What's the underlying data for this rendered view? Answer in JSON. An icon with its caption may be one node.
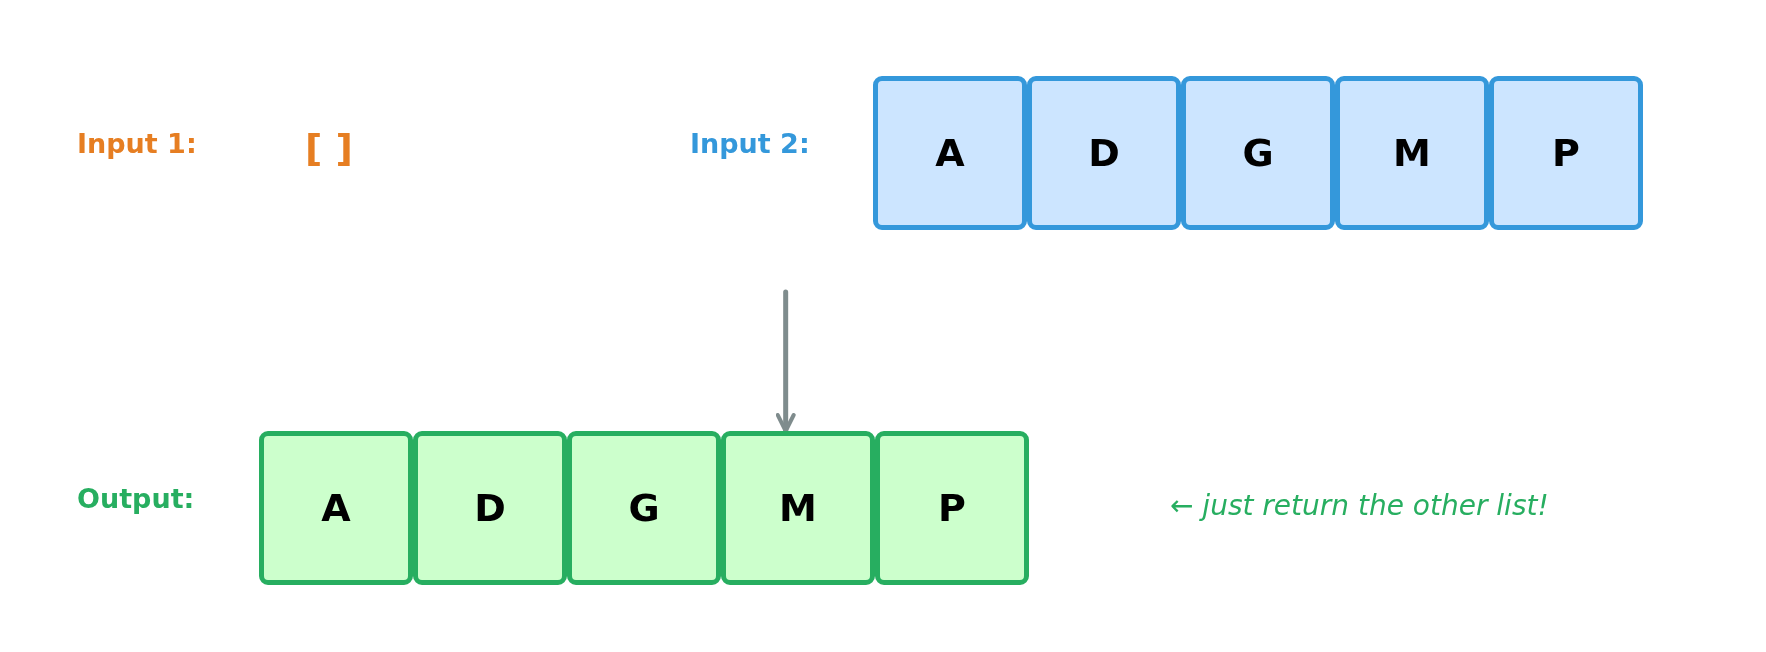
{
  "diagram": {
    "nodes": [
      {
        "text": [
          "A"
        ]
      },
      {
        "text": [
          "D"
        ]
      },
      {
        "text": [
          "G"
        ]
      },
      {
        "text": [
          "M"
        ]
      },
      {
        "text": [
          "P"
        ]
      },
      {
        "text": [
          "A"
        ]
      },
      {
        "text": [
          "D"
        ]
      },
      {
        "text": [
          "G"
        ]
      },
      {
        "text": [
          "M"
        ]
      },
      {
        "text": [
          "P"
        ]
      }
    ],
    "edges": [
      {
        "from": null,
        "to": 8,
        "arrow": "to"
      }
    ],
    "labels": [
      "Input 1:",
      "[ ]",
      "Input 2:",
      "Output:",
      "← just return the other list!"
    ]
  }
}
